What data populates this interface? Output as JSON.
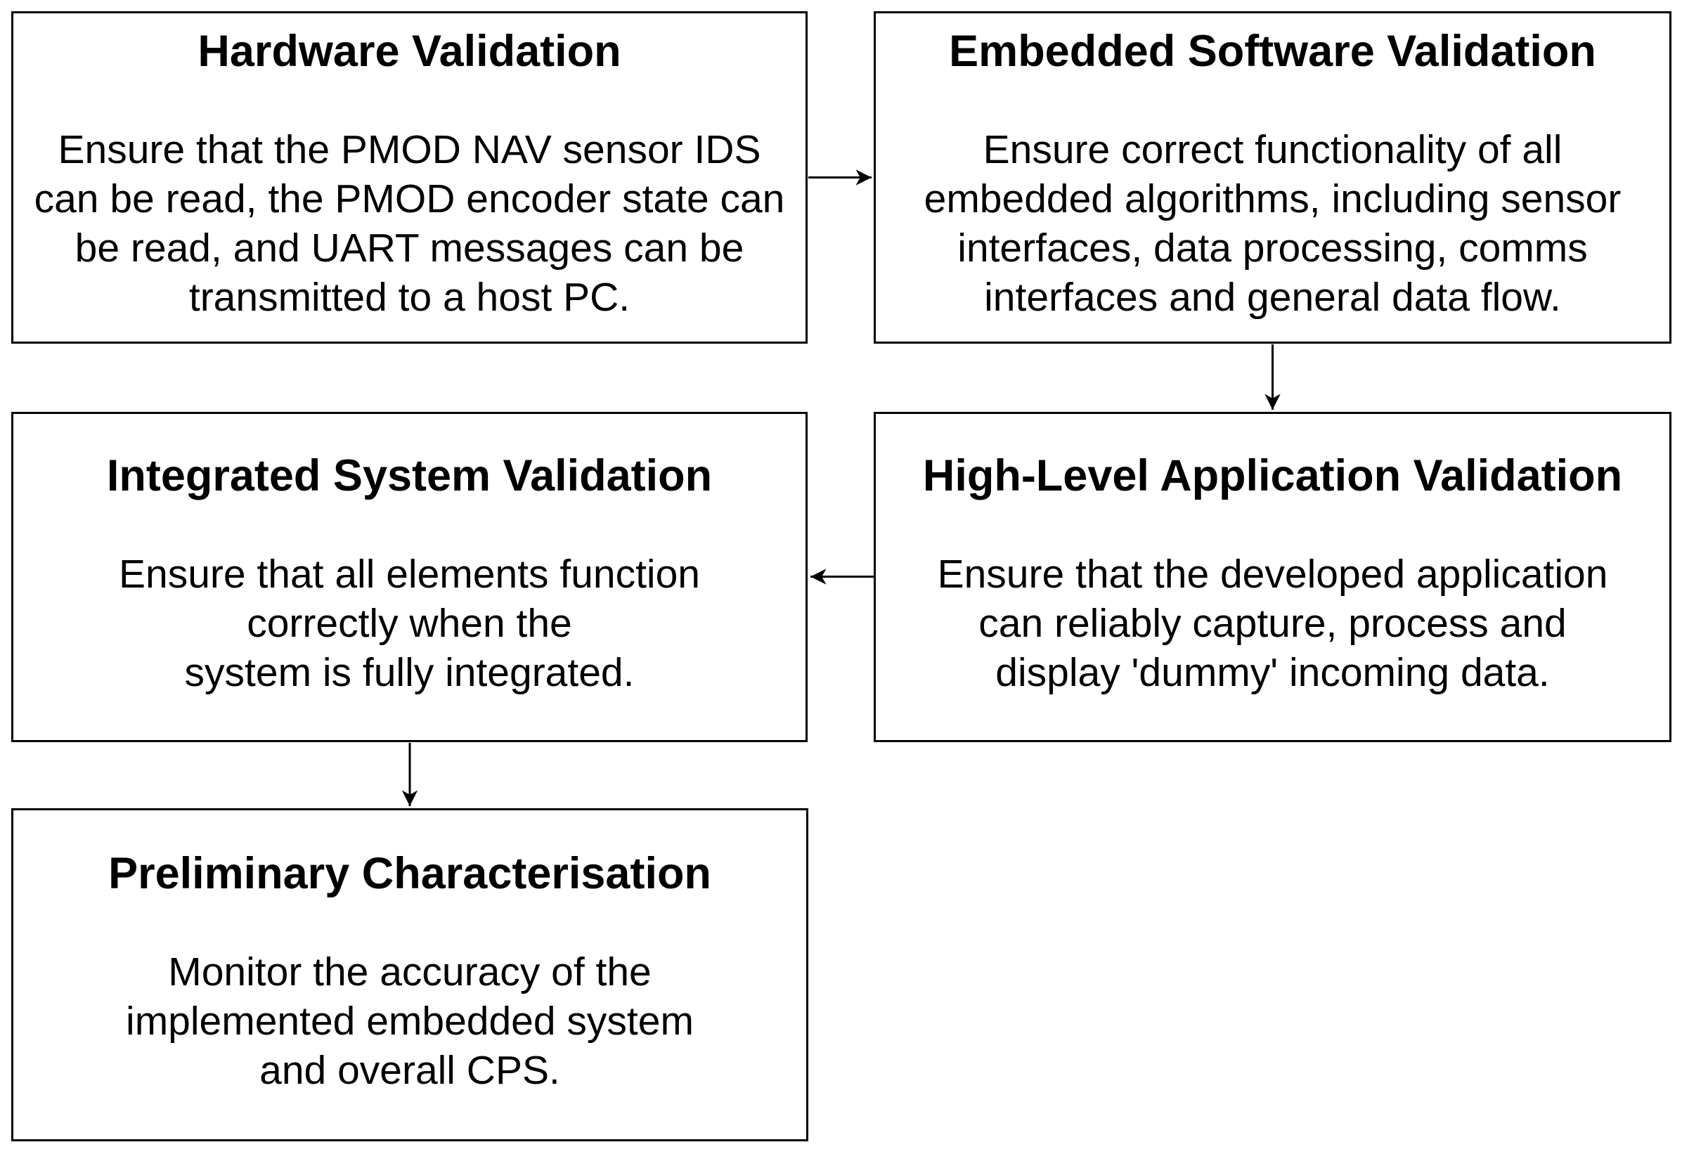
{
  "page": {
    "background_color": "#ffffff",
    "line_color": "#000000",
    "text_color": "#000000"
  },
  "boxes": [
    {
      "id": "hardware-validation",
      "title": "Hardware Validation",
      "lines": [
        "Ensure that the PMOD NAV sensor IDS",
        "can be read, the PMOD encoder state can",
        "be read, and UART messages can be",
        "transmitted to a host PC."
      ]
    },
    {
      "id": "embedded-software-validation",
      "title": "Embedded Software Validation",
      "lines": [
        "Ensure correct functionality of all",
        "embedded algorithms, including sensor",
        "interfaces, data processing, comms",
        "interfaces and general data flow."
      ]
    },
    {
      "id": "integrated-system-validation",
      "title": "Integrated System Validation",
      "lines": [
        "Ensure that all elements function",
        "correctly when the",
        "system is fully integrated."
      ]
    },
    {
      "id": "high-level-application-validation",
      "title": "High-Level Application Validation",
      "lines": [
        "Ensure that the developed application",
        "can reliably capture, process and",
        "display 'dummy' incoming data."
      ]
    },
    {
      "id": "preliminary-characterisation",
      "title": "Preliminary Characterisation",
      "lines": [
        "Monitor the accuracy of the",
        "implemented embedded system",
        "and overall CPS."
      ]
    }
  ],
  "flow": {
    "edges": [
      {
        "from": "Hardware Validation",
        "to": "Embedded Software Validation",
        "direction": "right"
      },
      {
        "from": "Embedded Software Validation",
        "to": "High-Level Application Validation",
        "direction": "down"
      },
      {
        "from": "High-Level Application Validation",
        "to": "Integrated System Validation",
        "direction": "left"
      },
      {
        "from": "Integrated System Validation",
        "to": "Preliminary Characterisation",
        "direction": "down"
      }
    ]
  }
}
